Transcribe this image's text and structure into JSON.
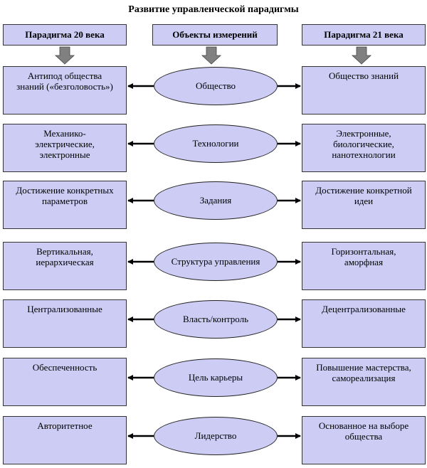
{
  "title": "Развитие управленческой парадигмы",
  "headers": {
    "left": "Парадигма 20 века",
    "center": "Объекты измерений",
    "right": "Парадигма 21 века"
  },
  "rows": [
    {
      "left": "Антипод общества\nзнаний («безголовость»)",
      "center": "Общество",
      "right": "Общество знаний"
    },
    {
      "left": "Механико-\nэлектрические,\nэлектронные",
      "center": "Технологии",
      "right": "Электронные,\nбиологические,\nнанотехнологии"
    },
    {
      "left": "Достижение конкретных\nпараметров",
      "center": "Задания",
      "right": "Достижение конкретной\nидеи"
    },
    {
      "left": "Вертикальная,\nиерархическая",
      "center": "Структура управления",
      "right": "Горизонтальная,\nаморфная"
    },
    {
      "left": "Централизованные",
      "center": "Власть/контроль",
      "right": "Децентрализованные"
    },
    {
      "left": "Обеспеченность",
      "center": "Цель карьеры",
      "right": "Повышение мастерства,\nсамореализация"
    },
    {
      "left": "Авторитетное",
      "center": "Лидерство",
      "right": "Основанное на выборе\nобщества"
    }
  ],
  "colors": {
    "fill": "#ccccf5",
    "arrow": "#808080",
    "line": "#000000"
  }
}
